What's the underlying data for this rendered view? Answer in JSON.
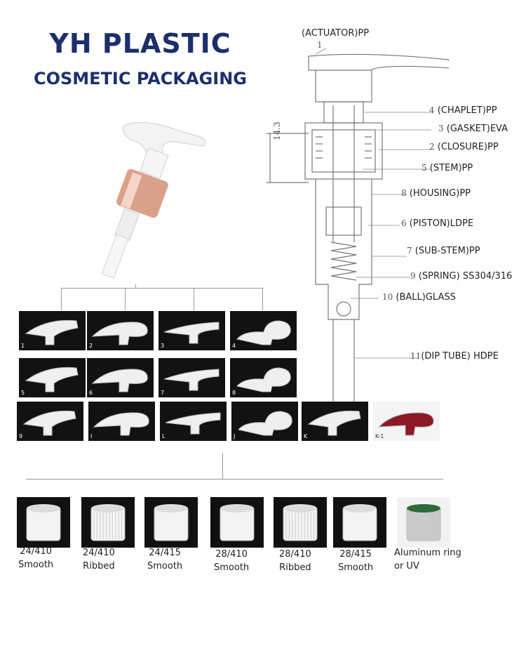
{
  "header": {
    "brand": "YH PLASTIC",
    "tagline": "COSMETIC PACKAGING"
  },
  "diagram": {
    "dimension": "14.3",
    "parts": [
      {
        "num": "1",
        "label": "(ACTUATOR)PP"
      },
      {
        "num": "4",
        "label": "(CHAPLET)PP"
      },
      {
        "num": "3",
        "label": "(GASKET)EVA"
      },
      {
        "num": "2",
        "label": "(CLOSURE)PP"
      },
      {
        "num": "5",
        "label": "(STEM)PP"
      },
      {
        "num": "8",
        "label": "(HOUSING)PP"
      },
      {
        "num": "6",
        "label": "(PISTON)LDPE"
      },
      {
        "num": "7",
        "label": "(SUB-STEM)PP"
      },
      {
        "num": "9",
        "label": "(SPRING) SS304/316"
      },
      {
        "num": "10",
        "label": "(BALL)GLASS"
      },
      {
        "num": "11",
        "label": "(DIP TUBE) HDPE"
      }
    ]
  },
  "actuators": [
    {
      "id": "1"
    },
    {
      "id": "2"
    },
    {
      "id": "3"
    },
    {
      "id": "4"
    },
    {
      "id": "5"
    },
    {
      "id": "6"
    },
    {
      "id": "7"
    },
    {
      "id": "8"
    },
    {
      "id": "9"
    },
    {
      "id": "I"
    },
    {
      "id": "L"
    },
    {
      "id": "J"
    },
    {
      "id": "K"
    },
    {
      "id": "K-1"
    }
  ],
  "closures": [
    {
      "size": "24/410",
      "finish": "Smooth"
    },
    {
      "size": "24/410",
      "finish": "Ribbed"
    },
    {
      "size": "24/415",
      "finish": "Smooth"
    },
    {
      "size": "28/410",
      "finish": "Smooth"
    },
    {
      "size": "28/410",
      "finish": "Ribbed"
    },
    {
      "size": "28/415",
      "finish": "Smooth"
    },
    {
      "size": "Aluminum ring",
      "finish": "or UV"
    }
  ],
  "colors": {
    "brand": "#1c2f6b",
    "tile_bg": "#121212",
    "rose_gold": "#d9a08a",
    "accent_red": "#8b1a24"
  }
}
